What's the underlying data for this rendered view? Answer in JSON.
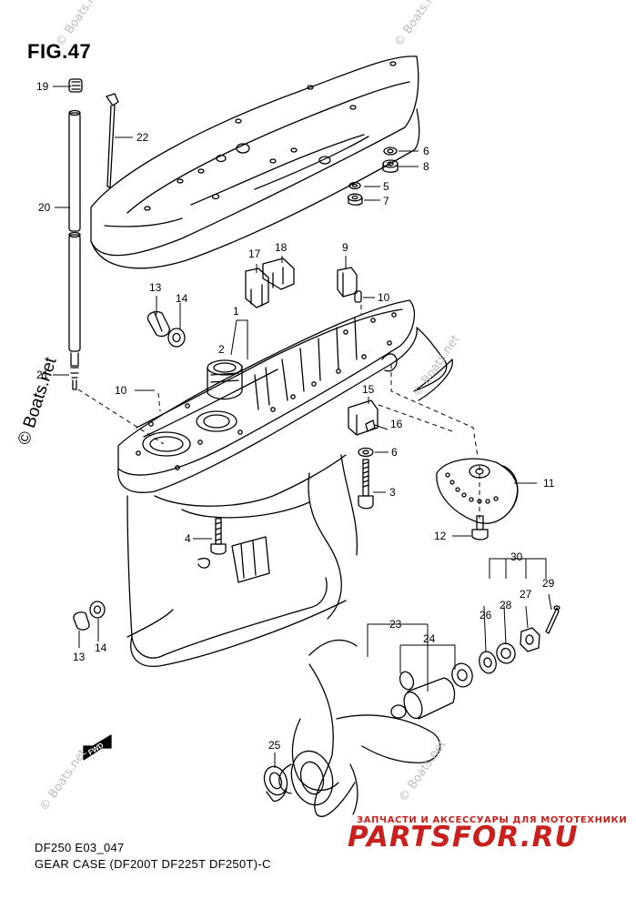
{
  "figure": {
    "title": "FIG.47",
    "code": "DF250 E03_047",
    "caption": "GEAR CASE (DF200T DF225T DF250T)-C"
  },
  "watermark": {
    "main": "© Boats.net",
    "faint": "© Boats.net"
  },
  "branding": {
    "tagline": "ЗАПЧАСТИ И АКСЕССУАРЫ ДЛЯ МОТОТЕХНИКИ",
    "name": "PARTSFOR.RU",
    "color": "#c8201c"
  },
  "direction_tag": "FWD",
  "callouts": [
    "1",
    "2",
    "3",
    "4",
    "5",
    "6",
    "6",
    "7",
    "8",
    "9",
    "10",
    "10",
    "11",
    "12",
    "13",
    "13",
    "14",
    "14",
    "15",
    "16",
    "17",
    "18",
    "19",
    "20",
    "21",
    "22",
    "23",
    "24",
    "25",
    "26",
    "27",
    "28",
    "29",
    "30"
  ]
}
